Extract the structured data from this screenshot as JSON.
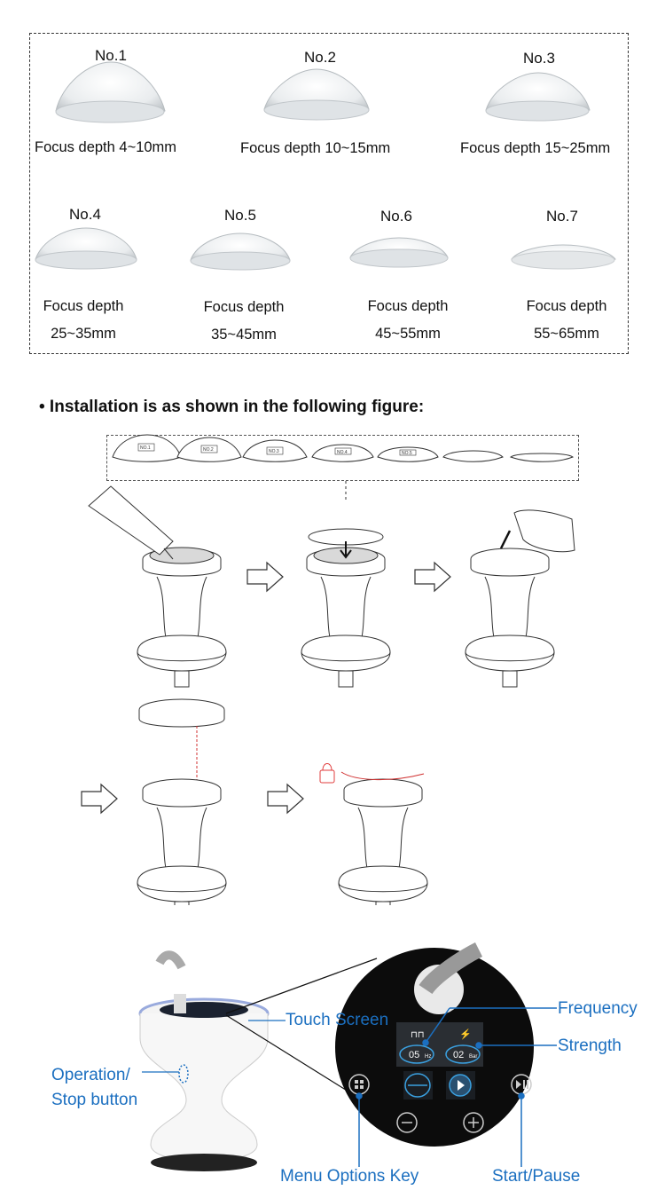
{
  "transducer_heads": [
    {
      "label": "No.1",
      "depth": "Focus depth 4~10mm"
    },
    {
      "label": "No.2",
      "depth": "Focus depth 10~15mm"
    },
    {
      "label": "No.3",
      "depth": "Focus depth 15~25mm"
    },
    {
      "label": "No.4",
      "depth_line1": "Focus depth",
      "depth_line2": "25~35mm"
    },
    {
      "label": "No.5",
      "depth_line1": "Focus depth",
      "depth_line2": "35~45mm"
    },
    {
      "label": "No.6",
      "depth_line1": "Focus depth",
      "depth_line2": "45~55mm"
    },
    {
      "label": "No.7",
      "depth_line1": "Focus depth",
      "depth_line2": "55~65mm"
    }
  ],
  "installation_heading": "• Installation is as shown in the following figure:",
  "mini_head_labels": [
    "NO.1",
    "NO.2",
    "NO.3",
    "NO.4",
    "NO.5"
  ],
  "device_callouts": {
    "touch_screen": "Touch Screen",
    "operation_line1": "Operation/",
    "operation_line2": "Stop button",
    "frequency": "Frequency",
    "strength": "Strength",
    "menu_options": "Menu Options Key",
    "start_pause": "Start/Pause"
  },
  "screen": {
    "frequency_value": "05",
    "frequency_unit": "Hz",
    "strength_value": "02",
    "strength_unit": "Bar"
  },
  "colors": {
    "callout_blue": "#1b6fc0",
    "screen_bg": "#0c0c0c",
    "lock_red": "#e03c3c"
  }
}
